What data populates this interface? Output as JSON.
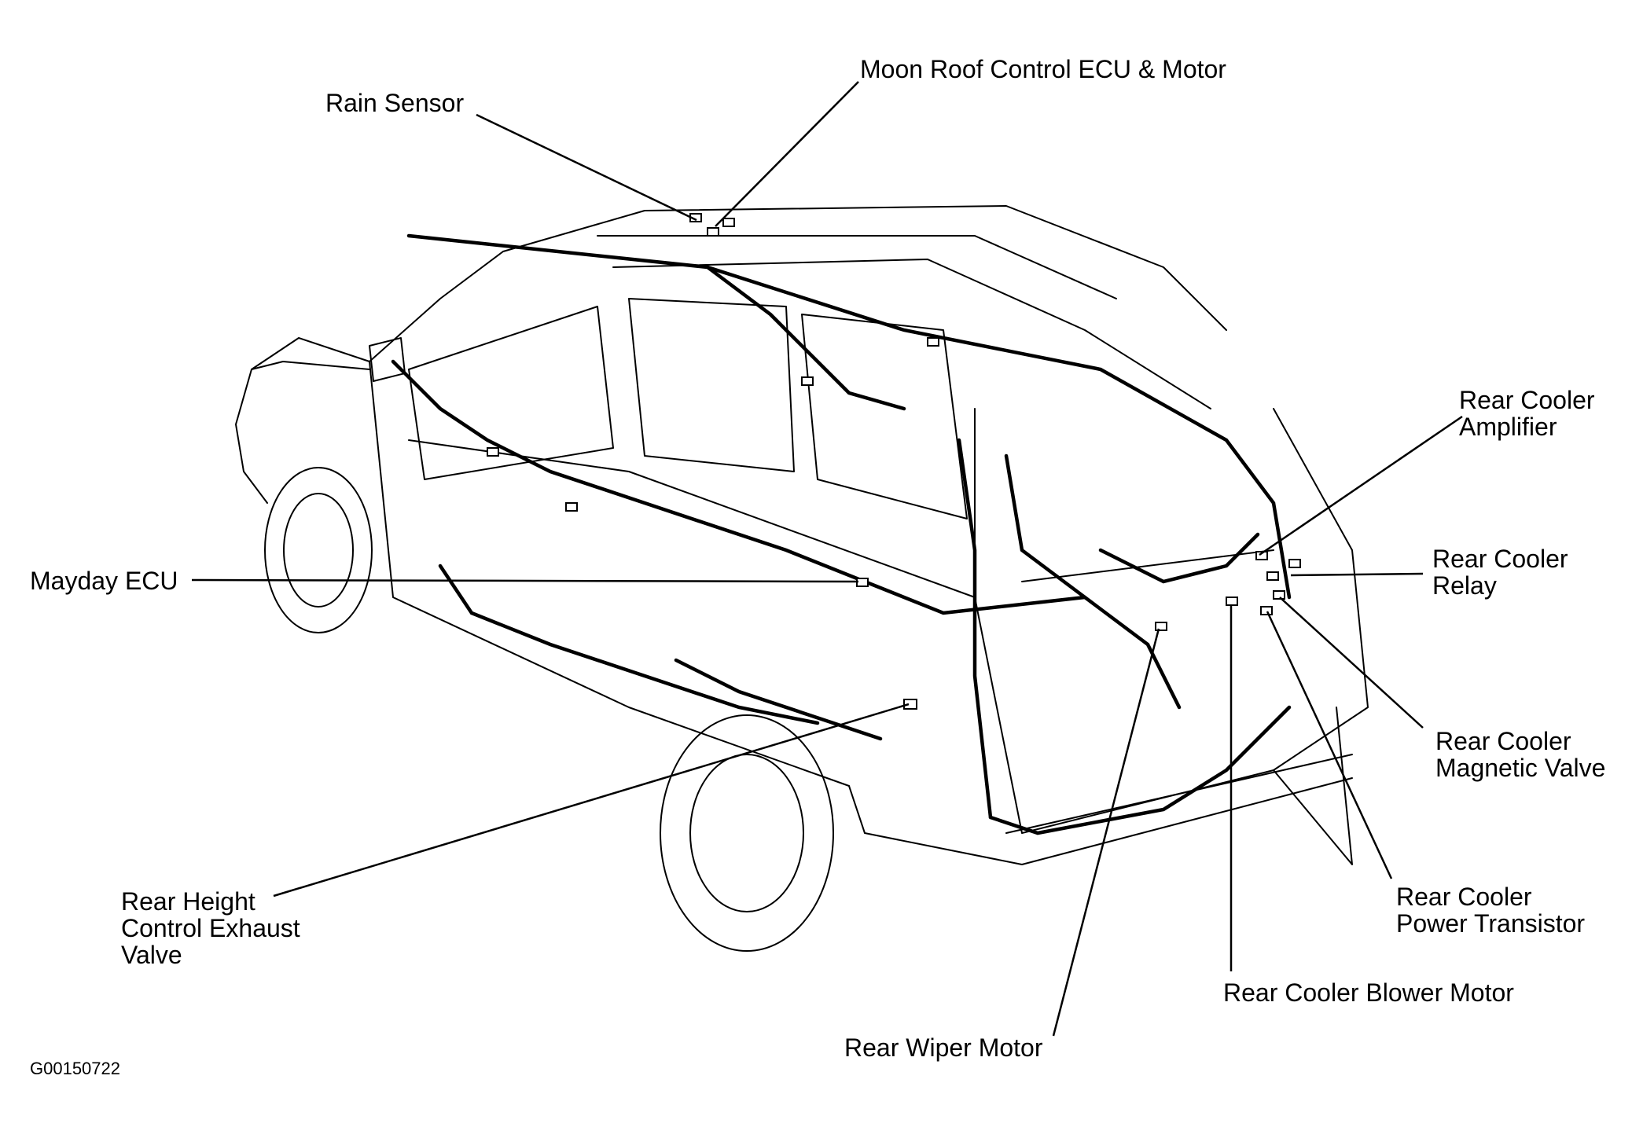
{
  "labels": {
    "rain_sensor": "Rain Sensor",
    "moon_roof": "Moon Roof Control ECU & Motor",
    "rear_cooler_amplifier": [
      "Rear Cooler",
      "Amplifier"
    ],
    "rear_cooler_relay": [
      "Rear Cooler",
      "Relay"
    ],
    "mayday_ecu": "Mayday ECU",
    "rear_cooler_magnetic_valve": [
      "Rear Cooler",
      "Magnetic Valve"
    ],
    "rear_height_control_exhaust_valve": [
      "Rear Height",
      "Control Exhaust",
      "Valve"
    ],
    "rear_cooler_power_transistor": [
      "Rear Cooler",
      "Power Transistor"
    ],
    "rear_cooler_blower_motor": "Rear Cooler Blower Motor",
    "rear_wiper_motor": "Rear Wiper Motor"
  },
  "figure_id": "G00150722"
}
